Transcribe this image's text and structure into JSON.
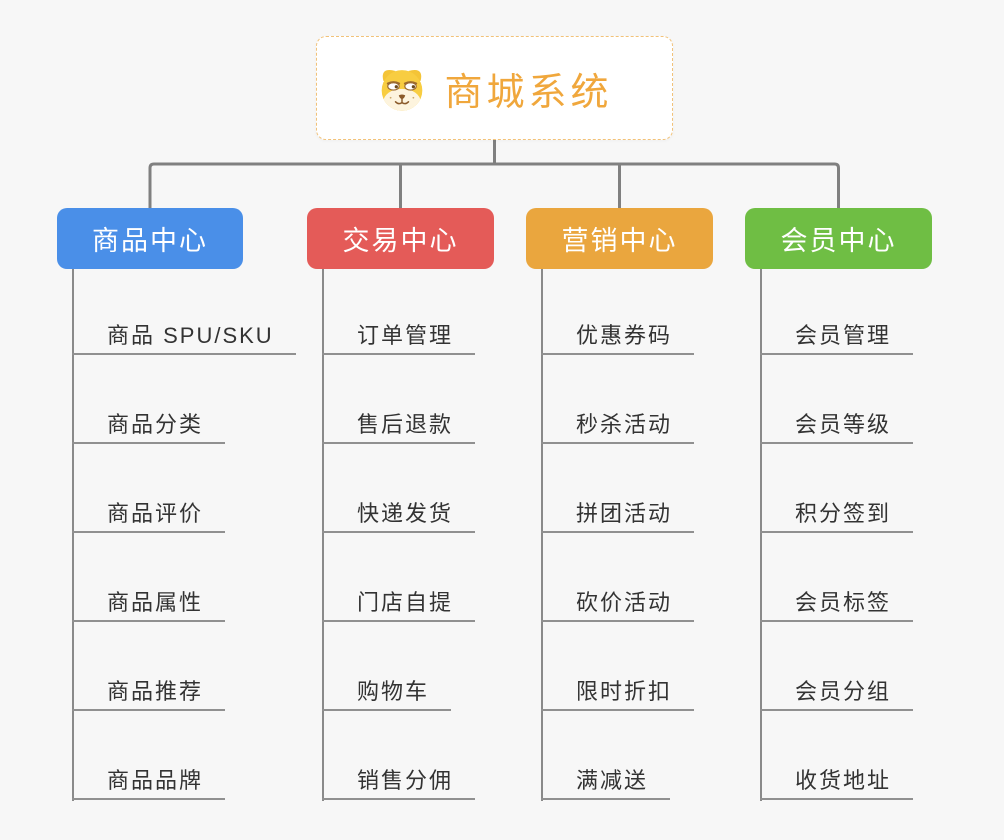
{
  "root": {
    "title": "商城系统",
    "icon": "shiba-dog-icon"
  },
  "branches": [
    {
      "label": "商品中心",
      "color": "#4a8fe8",
      "items": [
        "商品 SPU/SKU",
        "商品分类",
        "商品评价",
        "商品属性",
        "商品推荐",
        "商品品牌"
      ]
    },
    {
      "label": "交易中心",
      "color": "#e45b58",
      "items": [
        "订单管理",
        "售后退款",
        "快递发货",
        "门店自提",
        "购物车",
        "销售分佣"
      ]
    },
    {
      "label": "营销中心",
      "color": "#eaa63e",
      "items": [
        "优惠券码",
        "秒杀活动",
        "拼团活动",
        "砍价活动",
        "限时折扣",
        "满减送"
      ]
    },
    {
      "label": "会员中心",
      "color": "#6fbe44",
      "items": [
        "会员管理",
        "会员等级",
        "积分签到",
        "会员标签",
        "会员分组",
        "收货地址"
      ]
    }
  ],
  "colors": {
    "background": "#f7f7f7",
    "connector": "#808080",
    "leaf_line": "#909090",
    "leaf_text": "#333333",
    "root_text": "#f0a73c",
    "root_border": "#f2c279"
  }
}
